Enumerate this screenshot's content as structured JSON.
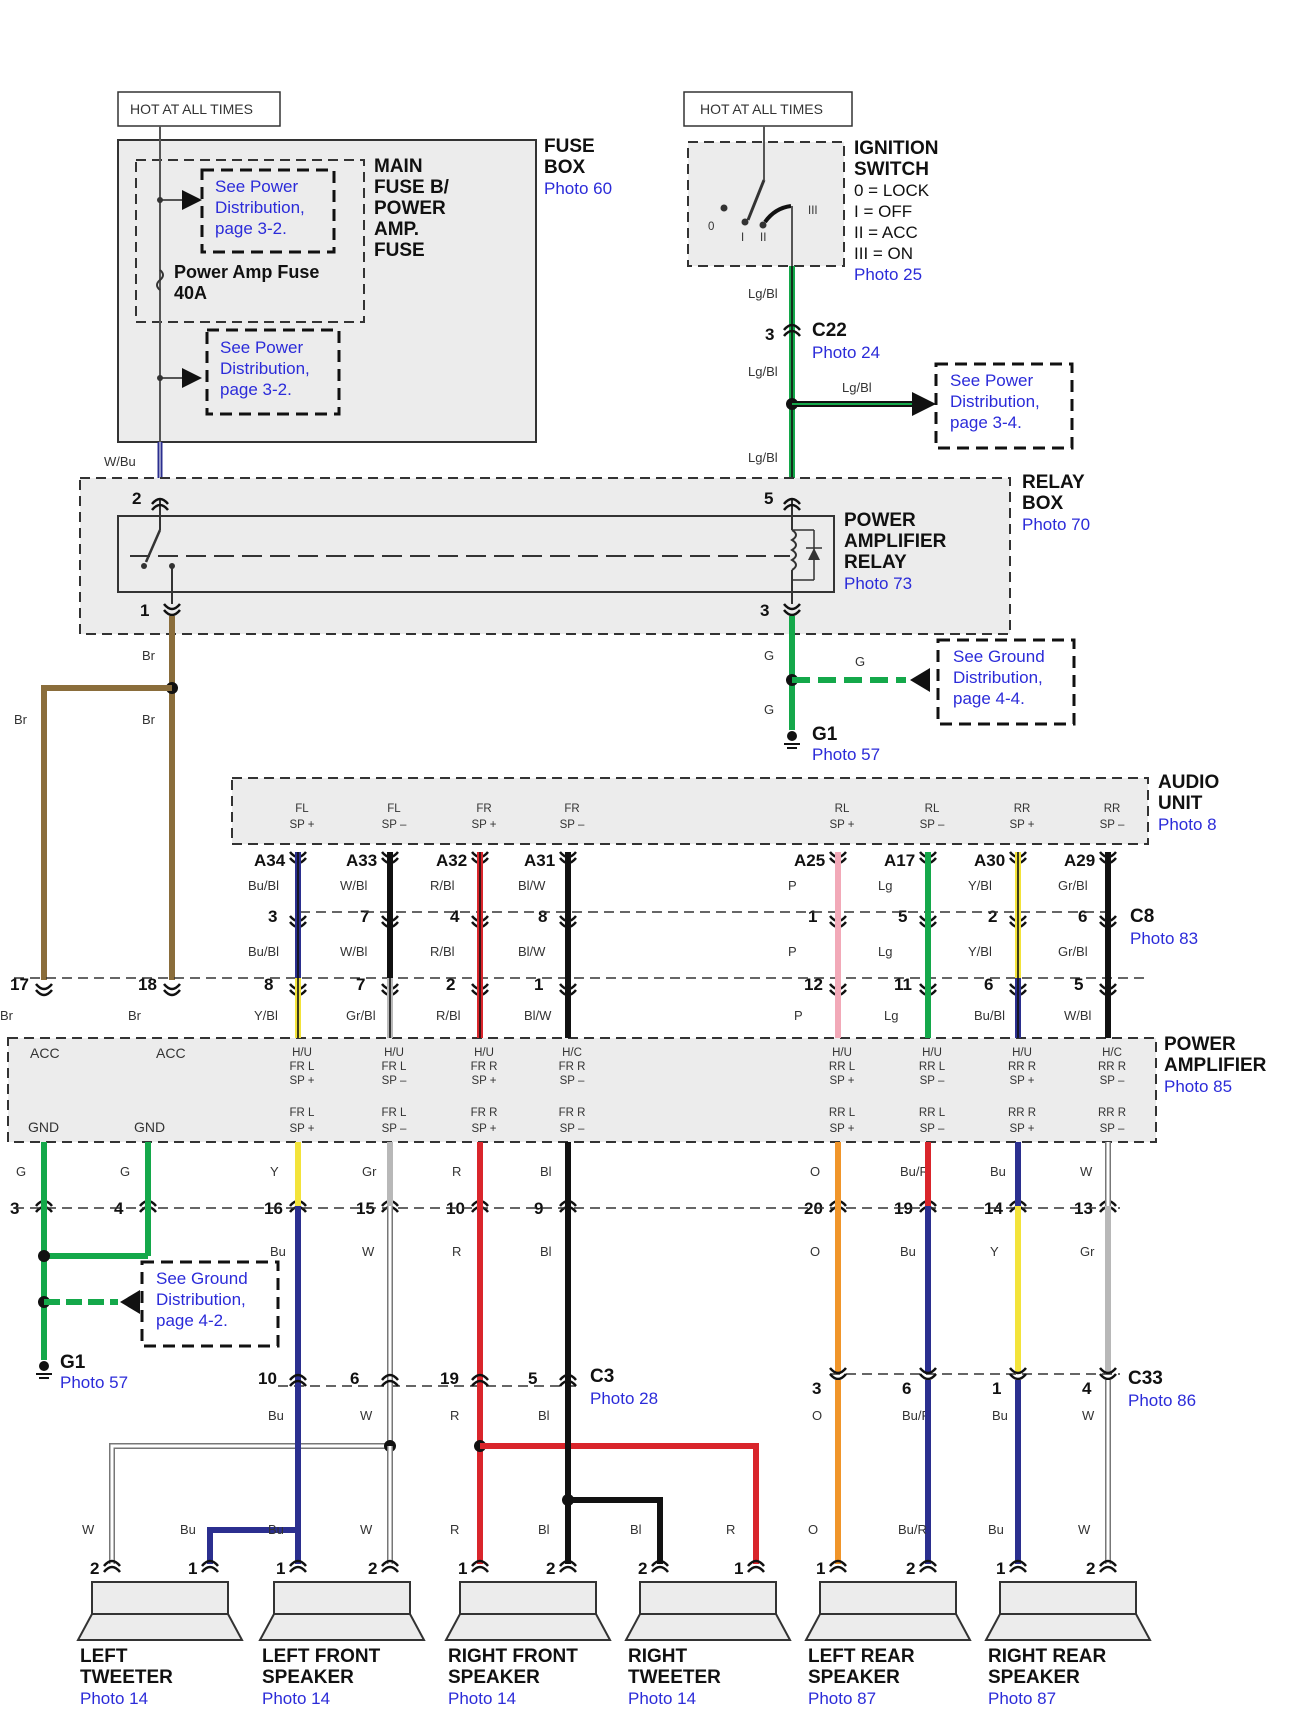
{
  "hot_labels": [
    "HOT AT ALL TIMES",
    "HOT AT ALL TIMES"
  ],
  "fuse_box": {
    "title": [
      "FUSE",
      "BOX"
    ],
    "photo": "Photo 60",
    "main_fuse": [
      "MAIN",
      "FUSE B/",
      "POWER",
      "AMP.",
      "FUSE"
    ],
    "see_power_top": [
      "See Power",
      "Distribution,",
      "page 3-2."
    ],
    "fuse_label": [
      "Power Amp Fuse",
      "40A"
    ],
    "see_power_bottom": [
      "See Power",
      "Distribution,",
      "page 3-2."
    ]
  },
  "ignition": {
    "title": [
      "IGNITION",
      "SWITCH"
    ],
    "states": [
      "0 = LOCK",
      "I = OFF",
      "II = ACC",
      "III = ON"
    ],
    "photo": "Photo 25",
    "positions": [
      "0",
      "I",
      "II",
      "III"
    ]
  },
  "c22": {
    "name": "C22",
    "photo": "Photo 24",
    "pin": "3"
  },
  "see_power_34": [
    "See Power",
    "Distribution,",
    "page 3-4."
  ],
  "relay_box": {
    "title": [
      "RELAY",
      "BOX"
    ],
    "photo": "Photo 70",
    "relay_title": [
      "POWER",
      "AMPLIFIER",
      "RELAY"
    ],
    "relay_photo": "Photo 73",
    "pins": [
      "2",
      "5",
      "1",
      "3"
    ]
  },
  "see_ground_44": [
    "See Ground",
    "Distribution,",
    "page 4-4."
  ],
  "g1_top": {
    "name": "G1",
    "photo": "Photo 57"
  },
  "wire_colors": {
    "wbu": "W/Bu",
    "lgbl": "Lg/Bl",
    "br": "Br",
    "g": "G"
  },
  "audio_unit": {
    "title": [
      "AUDIO",
      "UNIT"
    ],
    "photo": "Photo 8",
    "terms": [
      [
        "FL",
        "SP +"
      ],
      [
        "FL",
        "SP –"
      ],
      [
        "FR",
        "SP +"
      ],
      [
        "FR",
        "SP –"
      ],
      [
        "RL",
        "SP +"
      ],
      [
        "RL",
        "SP –"
      ],
      [
        "RR",
        "SP +"
      ],
      [
        "RR",
        "SP –"
      ]
    ],
    "pins": [
      "A34",
      "A33",
      "A32",
      "A31",
      "A25",
      "A17",
      "A30",
      "A29"
    ]
  },
  "c8": {
    "name": "C8",
    "photo": "Photo 83",
    "pins": [
      "3",
      "7",
      "4",
      "8",
      "1",
      "5",
      "2",
      "6"
    ],
    "colors_top": [
      "Bu/Bl",
      "W/Bl",
      "R/Bl",
      "Bl/W",
      "P",
      "Lg",
      "Y/Bl",
      "Gr/Bl"
    ],
    "colors_bottom": [
      "Bu/Bl",
      "W/Bl",
      "R/Bl",
      "Bl/W",
      "P",
      "Lg",
      "Y/Bl",
      "Gr/Bl"
    ]
  },
  "amp_in": {
    "pins": [
      "17",
      "18",
      "8",
      "7",
      "2",
      "1",
      "12",
      "11",
      "6",
      "5"
    ],
    "colors": [
      "Br",
      "Br",
      "Y/Bl",
      "Gr/Bl",
      "R/Bl",
      "Bl/W",
      "P",
      "Lg",
      "Bu/Bl",
      "W/Bl"
    ]
  },
  "power_amp": {
    "title": [
      "POWER",
      "AMPLIFIER"
    ],
    "photo": "Photo 85",
    "acc": [
      "ACC",
      "ACC"
    ],
    "gnd": [
      "GND",
      "GND"
    ],
    "in_terms": [
      [
        "H/U",
        "FR L",
        "SP +"
      ],
      [
        "H/U",
        "FR L",
        "SP –"
      ],
      [
        "H/U",
        "FR R",
        "SP +"
      ],
      [
        "H/C",
        "FR R",
        "SP –"
      ],
      [
        "H/U",
        "RR L",
        "SP +"
      ],
      [
        "H/U",
        "RR L",
        "SP –"
      ],
      [
        "H/U",
        "RR R",
        "SP +"
      ],
      [
        "H/C",
        "RR R",
        "SP –"
      ]
    ],
    "out_terms": [
      [
        "FR L",
        "SP +"
      ],
      [
        "FR L",
        "SP –"
      ],
      [
        "FR R",
        "SP +"
      ],
      [
        "FR R",
        "SP –"
      ],
      [
        "RR L",
        "SP +"
      ],
      [
        "RR L",
        "SP –"
      ],
      [
        "RR R",
        "SP +"
      ],
      [
        "RR R",
        "SP –"
      ]
    ]
  },
  "amp_out": {
    "pins": [
      "3",
      "4",
      "16",
      "15",
      "10",
      "9",
      "20",
      "19",
      "14",
      "13"
    ],
    "colors_top": [
      "G",
      "G",
      "Y",
      "Gr",
      "R",
      "Bl",
      "O",
      "Bu/R",
      "Bu",
      "W"
    ],
    "colors_bottom": [
      "G",
      "G",
      "Bu",
      "W",
      "R",
      "Bl",
      "O",
      "Bu",
      "Y",
      "Gr"
    ]
  },
  "see_ground_42": [
    "See Ground",
    "Distribution,",
    "page 4-2."
  ],
  "g1_bottom": {
    "name": "G1",
    "photo": "Photo 57"
  },
  "c3": {
    "name": "C3",
    "photo": "Photo 28",
    "pins": [
      "10",
      "6",
      "19",
      "5"
    ],
    "colors": [
      "Bu",
      "W",
      "R",
      "Bl"
    ]
  },
  "c33": {
    "name": "C33",
    "photo": "Photo 86",
    "pins": [
      "3",
      "6",
      "1",
      "4"
    ],
    "colors": [
      "O",
      "Bu/R",
      "Bu",
      "W"
    ]
  },
  "speakers": [
    {
      "name": [
        "LEFT",
        "TWEETER"
      ],
      "photo": "Photo 14",
      "pins": [
        "2",
        "1"
      ],
      "colors": [
        "W",
        "Bu"
      ]
    },
    {
      "name": [
        "LEFT FRONT",
        "SPEAKER"
      ],
      "photo": "Photo 14",
      "pins": [
        "1",
        "2"
      ],
      "colors": [
        "Bu",
        "W"
      ]
    },
    {
      "name": [
        "RIGHT FRONT",
        "SPEAKER"
      ],
      "photo": "Photo 14",
      "pins": [
        "1",
        "2"
      ],
      "colors": [
        "R",
        "Bl"
      ]
    },
    {
      "name": [
        "RIGHT",
        "TWEETER"
      ],
      "photo": "Photo 14",
      "pins": [
        "2",
        "1"
      ],
      "colors": [
        "Bl",
        "R"
      ]
    },
    {
      "name": [
        "LEFT REAR",
        "SPEAKER"
      ],
      "photo": "Photo 87",
      "pins": [
        "1",
        "2"
      ],
      "colors": [
        "O",
        "Bu/R"
      ]
    },
    {
      "name": [
        "RIGHT REAR",
        "SPEAKER"
      ],
      "photo": "Photo 87",
      "pins": [
        "1",
        "2"
      ],
      "colors": [
        "Bu",
        "W"
      ]
    }
  ],
  "palette": {
    "brown": "#8a6d3b",
    "green": "#14a84a",
    "blue": "#2b2f8f",
    "red": "#d9252b",
    "black": "#111111",
    "white_wire": "#888888",
    "pink": "#f2a9b8",
    "yellow": "#f3e33a",
    "gray": "#b8b8b8",
    "orange": "#f0952a",
    "link": "#2b2bd9"
  }
}
